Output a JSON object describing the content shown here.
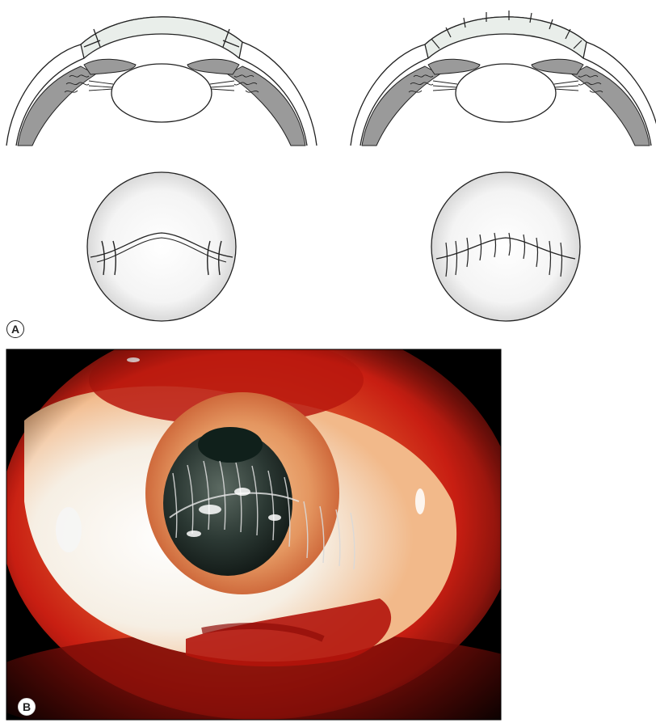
{
  "panel_a": {
    "label": "A",
    "left_diagram": {
      "view": "cross-section",
      "sutures": "interrupted"
    },
    "right_diagram": {
      "view": "cross-section",
      "sutures": "continuous"
    }
  },
  "panel_b": {
    "label": "B"
  },
  "colors": {
    "line": "#222222",
    "cornea_fill": "#e9eeea",
    "uvea_fill": "#9a9a9a",
    "photo_bg": "#000000",
    "conjunctiva_red": "#c81e12",
    "sclera_white": "#f4f1ec",
    "pupil_dark": "#1a2a25"
  }
}
